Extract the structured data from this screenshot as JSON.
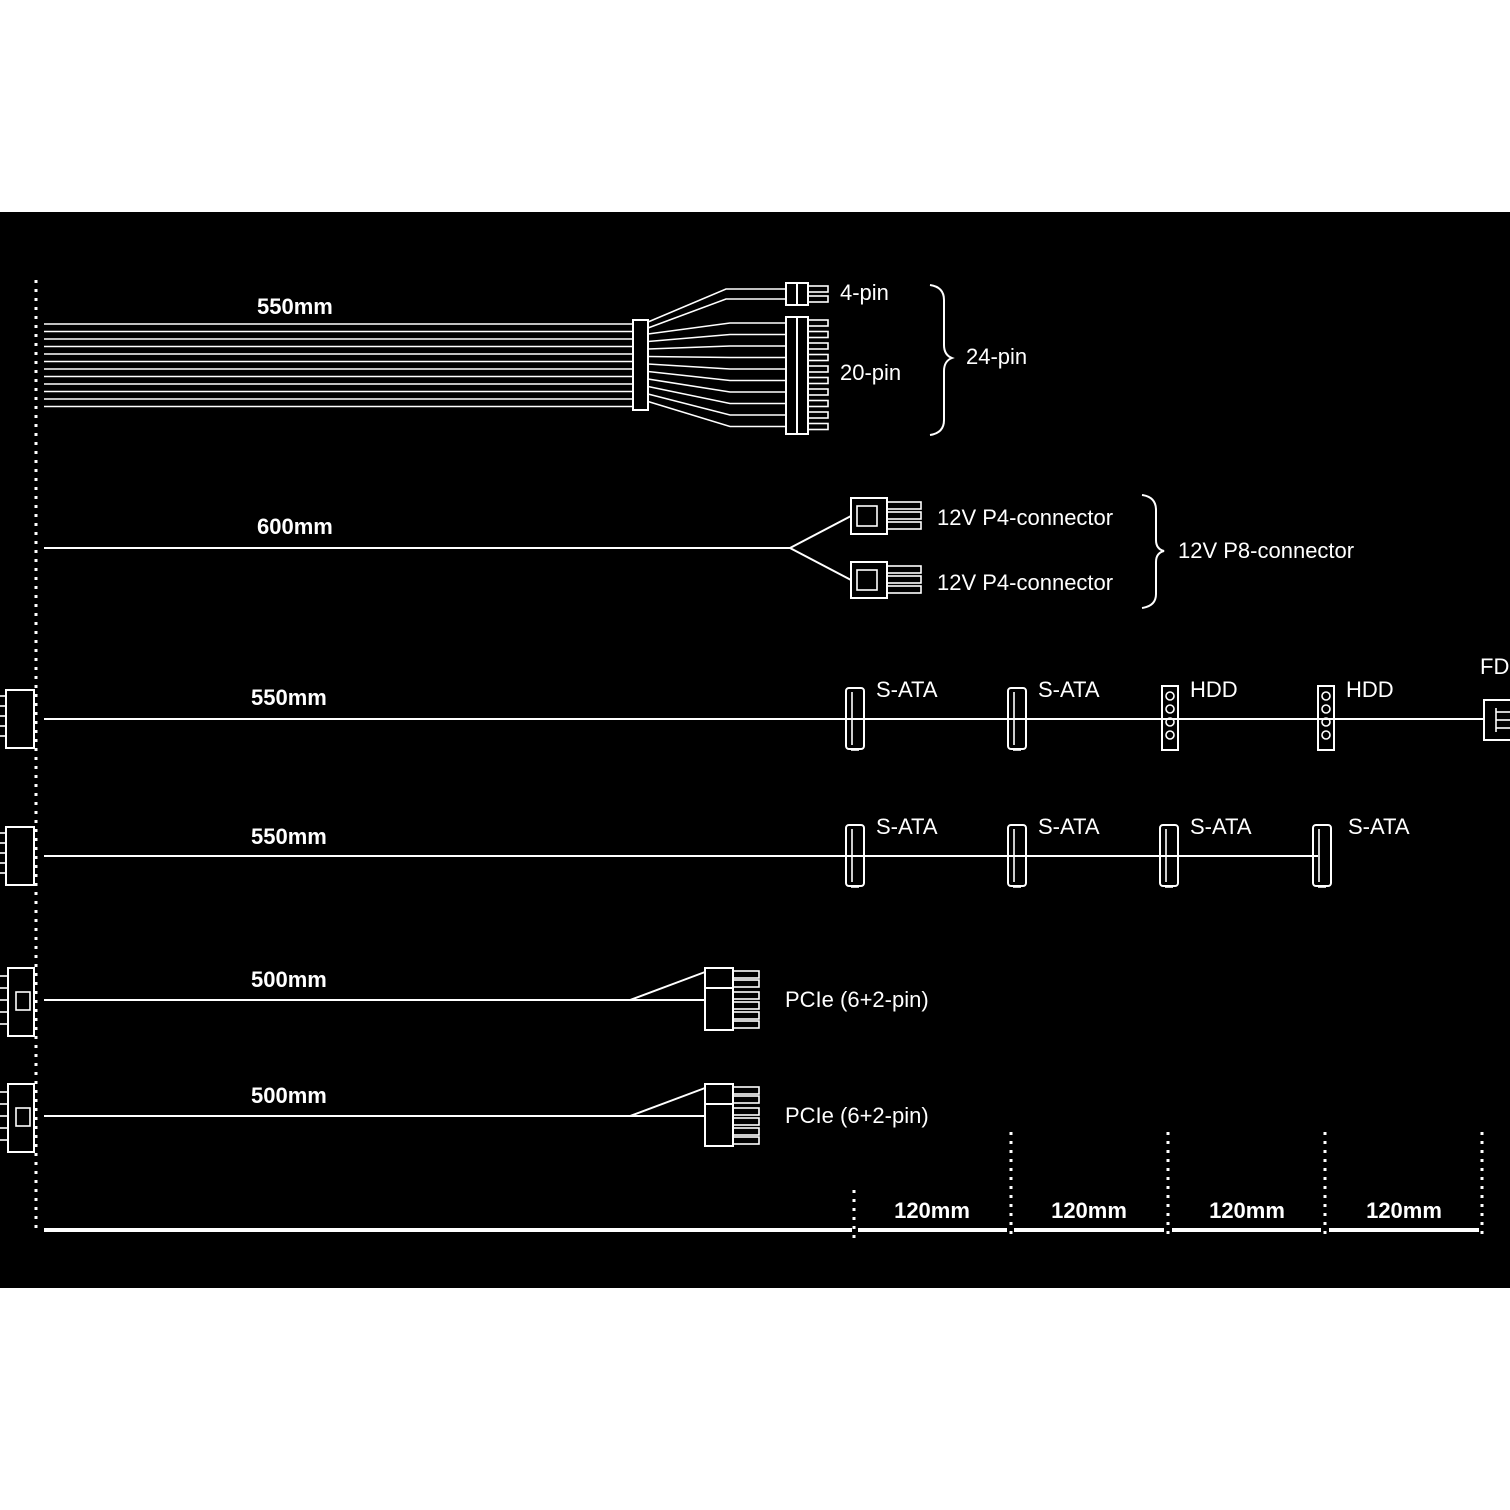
{
  "colors": {
    "background": "#000000",
    "lines": "#ffffff",
    "page": "#ffffff"
  },
  "cables": [
    {
      "length": "550mm",
      "connectors": [
        "4-pin",
        "20-pin"
      ],
      "group": "24-pin"
    },
    {
      "length": "600mm",
      "connectors": [
        "12V P4-connector",
        "12V P4-connector"
      ],
      "group": "12V P8-connector"
    },
    {
      "length": "550mm",
      "connectors": [
        "S-ATA",
        "S-ATA",
        "HDD",
        "HDD",
        "FD"
      ]
    },
    {
      "length": "550mm",
      "connectors": [
        "S-ATA",
        "S-ATA",
        "S-ATA",
        "S-ATA"
      ]
    },
    {
      "length": "500mm",
      "connectors": [
        "PCIe (6+2-pin)"
      ]
    },
    {
      "length": "500mm",
      "connectors": [
        "PCIe (6+2-pin)"
      ]
    }
  ],
  "spacing": [
    "120mm",
    "120mm",
    "120mm",
    "120mm"
  ]
}
